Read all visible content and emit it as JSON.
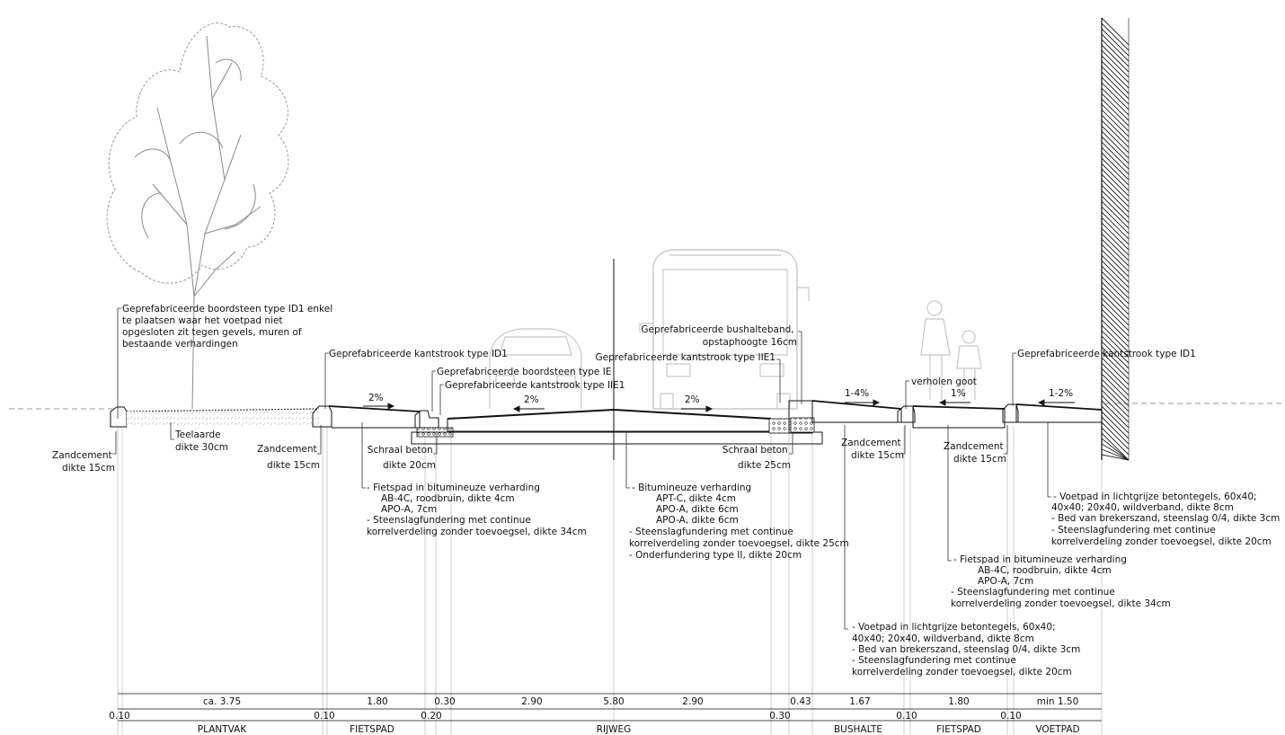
{
  "labels": {
    "boordsteen_id1": [
      "Geprefabriceerde boordsteen type ID1 enkel",
      "te plaatsen waar het voetpad niet",
      "opgesloten zit tegen gevels, muren of",
      "bestaande verhardingen"
    ],
    "kantstrook_id1_left": "Geprefabriceerde kantstrook type ID1",
    "boordsteen_ie": "Geprefabriceerde boordsteen type IE",
    "kantstrook_iie1_left": "Geprefabriceerde kantstrook type  IIE1",
    "kantstrook_iie1_right": "Geprefabriceerde kantstrook type  IIE1",
    "bushalteband": [
      "Geprefabriceerde bushalteband,",
      "opstaphoogte 16cm"
    ],
    "kantstrook_id1_right": "Geprefabriceerde kantstrook type ID1",
    "verholen_goot": "verholen goot",
    "zandcement_1": [
      "Zandcement",
      "dikte 15cm"
    ],
    "teelaarde": [
      "Teelaarde",
      "dikte 30cm"
    ],
    "zandcement_2": [
      "Zandcement",
      "dikte 15cm"
    ],
    "schraal_beton_left": [
      "Schraal beton",
      "dikte 20cm"
    ],
    "schraal_beton_right": [
      "Schraal beton",
      "dikte 25cm"
    ],
    "zandcement_3": [
      "Zandcement",
      "dikte 15cm"
    ],
    "zandcement_4": [
      "Zandcement",
      "dikte 15cm"
    ],
    "fietspad_left": [
      "- Fietspad in bitumineuze verharding",
      "AB-4C, roodbruin, dikte 4cm",
      "APO-A, 7cm",
      "- Steenslagfundering met continue",
      "korrelverdeling zonder toevoegsel, dikte 34cm"
    ],
    "rijweg": [
      "- Bitumineuze verharding",
      "APT-C, dikte 4cm",
      "APO-A, dikte 6cm",
      "APO-A, dikte 6cm",
      "- Steenslagfundering met continue",
      "korrelverdeling zonder toevoegsel, dikte 25cm",
      "- Onderfundering type II, dikte 20cm"
    ],
    "voetpad_right": [
      "- Voetpad in lichtgrijze betontegels, 60x40;",
      "40x40; 20x40, wildverband, dikte 8cm",
      "- Bed van brekerszand, steenslag 0/4, dikte 3cm",
      "- Steenslagfundering met continue",
      "korrelverdeling zonder toevoegsel, dikte 20cm"
    ],
    "fietspad_right": [
      "- Fietspad in bitumineuze verharding",
      "AB-4C, roodbruin, dikte 4cm",
      "APO-A, 7cm",
      "- Steenslagfundering met continue",
      "korrelverdeling zonder toevoegsel, dikte 34cm"
    ],
    "voetpad_bushalte": [
      "- Voetpad in lichtgrijze betontegels, 60x40;",
      "40x40; 20x40, wildverband, dikte 8cm",
      "- Bed van brekerszand, steenslag 0/4, dikte 3cm",
      "- Steenslagfundering met continue",
      "korrelverdeling zonder toevoegsel, dikte 20cm"
    ]
  },
  "slopes": {
    "fietspad_left": "2%",
    "rijweg_left": "2%",
    "rijweg_right": "2%",
    "bushalte": "1-4%",
    "fietspad_right": "1%",
    "voetpad": "1-2%"
  },
  "dimensions": {
    "row1": [
      "ca. 3.75",
      "1.80",
      "0.30",
      "2.90",
      "2.90",
      "0.43",
      "1.67",
      "1.80",
      "min 1.50"
    ],
    "row2": [
      "0.10",
      "0.10",
      "0.20",
      "5.80",
      "0.30",
      "0.10",
      "0.10"
    ],
    "zones": [
      "PLANTVAK",
      "FIETSPAD",
      "RIJWEG",
      "BUSHALTE",
      "FIETSPAD",
      "VOETPAD"
    ]
  }
}
